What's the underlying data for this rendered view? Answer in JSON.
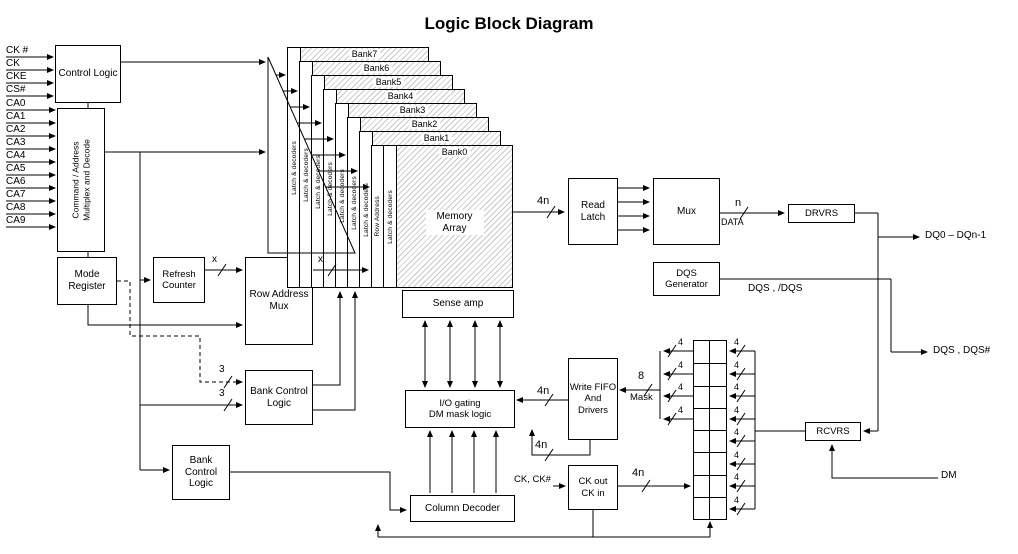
{
  "title": "Logic Block Diagram",
  "signals": {
    "items": [
      "CK #",
      "CK",
      "CKE",
      "CS#",
      "CA0",
      "CA1",
      "CA2",
      "CA3",
      "CA4",
      "CA5",
      "CA6",
      "CA7",
      "CA8",
      "CA9"
    ]
  },
  "blocks": {
    "control_logic": "Control Logic",
    "cmd_addr": "Command / Address Multiplex and Decode",
    "mode_register": "Mode Register",
    "refresh_counter": "Refresh Counter",
    "row_address_mux": "Row Address Mux",
    "bank_control_a": "Bank Control Logic",
    "bank_control_b": "Bank Control Logic",
    "sense_amp": "Sense amp",
    "io_gating_1": "I/O gating",
    "io_gating_2": "DM mask logic",
    "column_decoder": "Column Decoder",
    "read_latch": "Read Latch",
    "mux": "Mux",
    "drvrs": "DRVRS",
    "dqs_generator": "DQS Generator",
    "write_fifo": "Write FIFO And Drivers",
    "ck_out": "CK out",
    "ck_in": "CK in",
    "rcvrs": "RCVRS"
  },
  "banks": {
    "labels": [
      "Bank7",
      "Bank6",
      "Bank5",
      "Bank4",
      "Bank3",
      "Bank2",
      "Bank1",
      "Bank0"
    ],
    "strip_label": "Latch & decoders",
    "row_address_label": "Row Address",
    "memory_array": "Memory Array"
  },
  "bus_labels": {
    "b4n": "4n",
    "b4": "4",
    "b8": "8",
    "b3": "3",
    "bx": "x",
    "bn": "n",
    "mask": "Mask",
    "data": "DATA"
  },
  "pads": {
    "dq": "DQ0 – DQn-1",
    "dqs_int": "DQS , /DQS",
    "dqs": "DQS , DQS#",
    "dm": "DM",
    "ck": "CK, CK#"
  },
  "colors": {
    "line": "#000000",
    "hatch": "#c9c9c9",
    "background": "#ffffff"
  }
}
